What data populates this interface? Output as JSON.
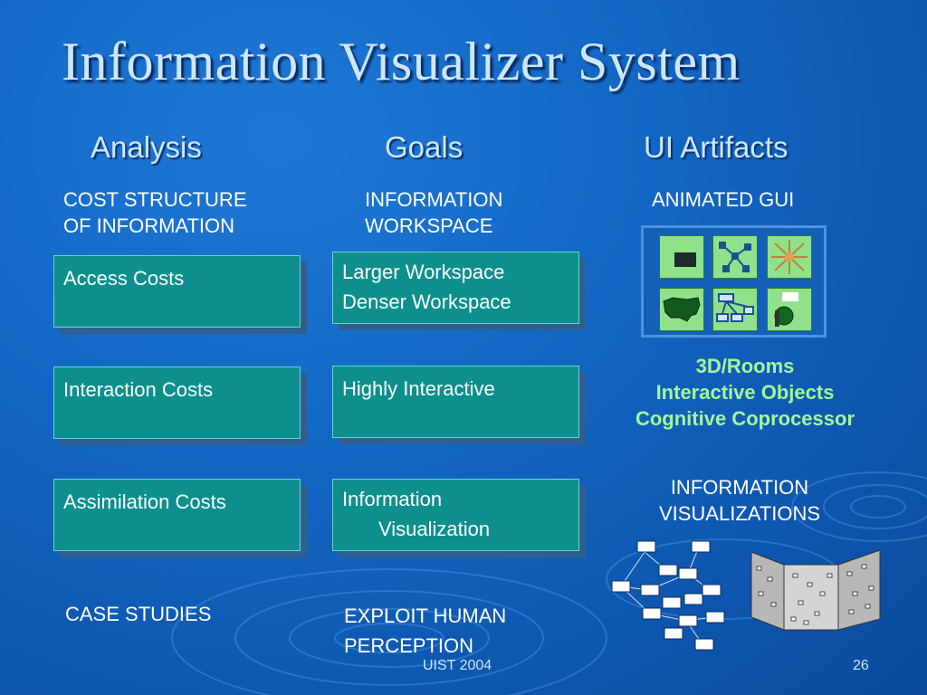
{
  "slide": {
    "title": "Information Visualizer System",
    "columns": {
      "analysis": "Analysis",
      "goals": "Goals",
      "ui_artifacts": "UI Artifacts"
    }
  },
  "analysis": {
    "heading": [
      "COST  STRUCTURE",
      "OF  INFORMATION"
    ],
    "boxes": [
      "Access Costs",
      "Interaction Costs",
      "Assimilation Costs"
    ],
    "footer": "CASE STUDIES"
  },
  "goals": {
    "heading": [
      "INFORMATION",
      "WORKSPACE"
    ],
    "boxes": [
      [
        "Larger Workspace",
        "Denser Workspace"
      ],
      [
        "Highly Interactive"
      ],
      [
        "Information",
        "Visualization"
      ]
    ],
    "footer": [
      "EXPLOIT HUMAN",
      "PERCEPTION"
    ]
  },
  "ui_artifacts": {
    "animated_gui": "ANIMATED GUI",
    "features": [
      "3D/Rooms",
      "Interactive Objects",
      "Cognitive Coprocessor"
    ],
    "info_viz": [
      "INFORMATION",
      "VISUALIZATIONS"
    ]
  },
  "footer": {
    "event": "UIST 2004",
    "page": "26"
  },
  "colors": {
    "background": "#1367c4",
    "box_fill": "#0d8f8d",
    "highlight_green": "#a6f59a",
    "title": "#cfe6ff"
  },
  "icons": [
    "rooms-thumbnail-icon",
    "tree-diagram-icon",
    "radial-star-icon",
    "us-map-icon",
    "hierarchy-icon",
    "globe-icon",
    "cone-tree-icon",
    "perspective-wall-icon"
  ]
}
